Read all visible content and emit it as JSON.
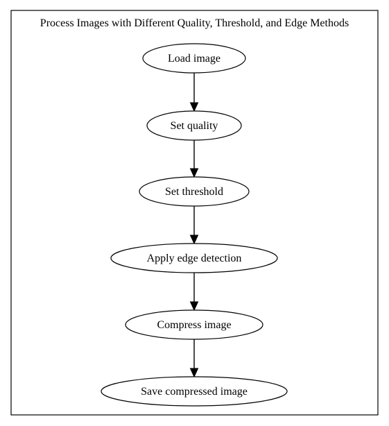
{
  "diagram": {
    "title": "Process Images with Different Quality, Threshold, and Edge Methods",
    "nodes": [
      {
        "id": "load",
        "label": "Load image"
      },
      {
        "id": "quality",
        "label": "Set quality"
      },
      {
        "id": "threshold",
        "label": "Set threshold"
      },
      {
        "id": "edge",
        "label": "Apply edge detection"
      },
      {
        "id": "compress",
        "label": "Compress image"
      },
      {
        "id": "save",
        "label": "Save compressed image"
      }
    ],
    "edges": [
      {
        "from": "load",
        "to": "quality"
      },
      {
        "from": "quality",
        "to": "threshold"
      },
      {
        "from": "threshold",
        "to": "edge"
      },
      {
        "from": "edge",
        "to": "compress"
      },
      {
        "from": "compress",
        "to": "save"
      }
    ]
  }
}
